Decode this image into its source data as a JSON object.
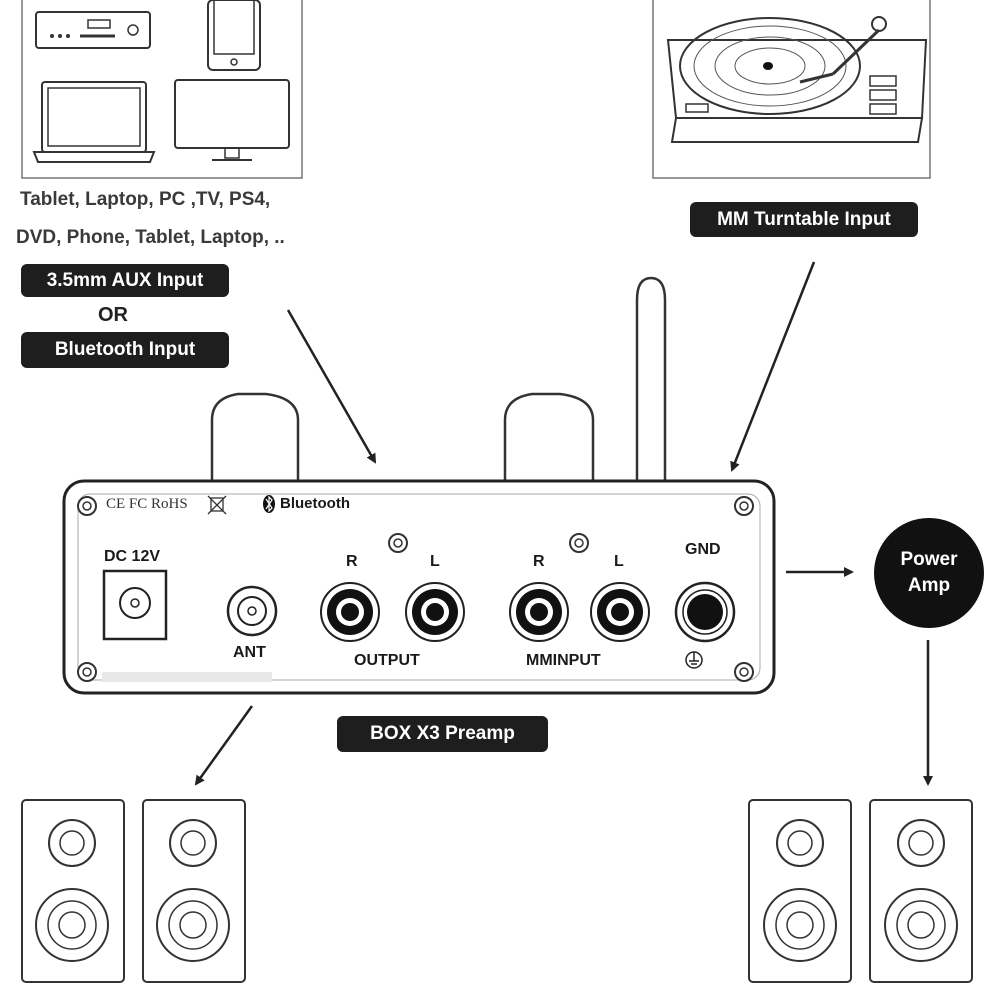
{
  "sources": {
    "line1": "Tablet, Laptop, PC ,TV, PS4,",
    "line2": "DVD, Phone, Tablet, Laptop, .."
  },
  "badges": {
    "aux": "3.5mm AUX Input",
    "or": "OR",
    "bluetooth": "Bluetooth Input",
    "turntable": "MM Turntable Input",
    "preamp": "BOX X3 Preamp"
  },
  "power_amp": {
    "line1": "Power",
    "line2": "Amp"
  },
  "panel": {
    "certifications": "CE FC RoHS",
    "bluetooth_logo": "Bluetooth",
    "dc": "DC 12V",
    "ant": "ANT",
    "output_r": "R",
    "output_l": "L",
    "output": "OUTPUT",
    "mm_r": "R",
    "mm_l": "L",
    "mminput": "MMINPUT",
    "gnd": "GND"
  }
}
